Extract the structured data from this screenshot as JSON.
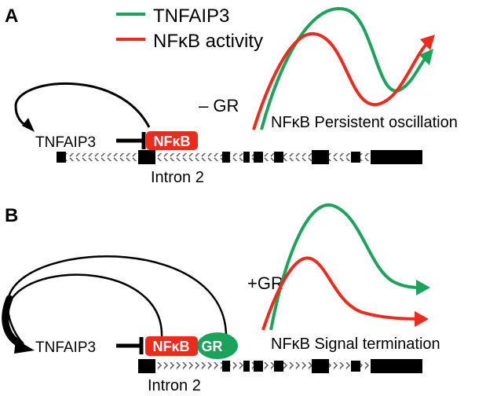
{
  "panel_a": {
    "label": "A",
    "legend": {
      "green": "TNFAIP3",
      "red": "NFκB activity"
    },
    "condition": "– GR",
    "gene": "TNFAIP3",
    "factor": "NFκB",
    "intron": "Intron 2",
    "outcome": "NFκB Persistent oscillation"
  },
  "panel_b": {
    "label": "B",
    "condition": "+GR",
    "gene": "TNFAIP3",
    "factor": "NFκB",
    "cofactor": "GR",
    "intron": "Intron 2",
    "outcome": "NFκB Signal termination"
  },
  "colors": {
    "green": "#1aa35a",
    "red": "#ee2a1c",
    "black": "#000000"
  }
}
